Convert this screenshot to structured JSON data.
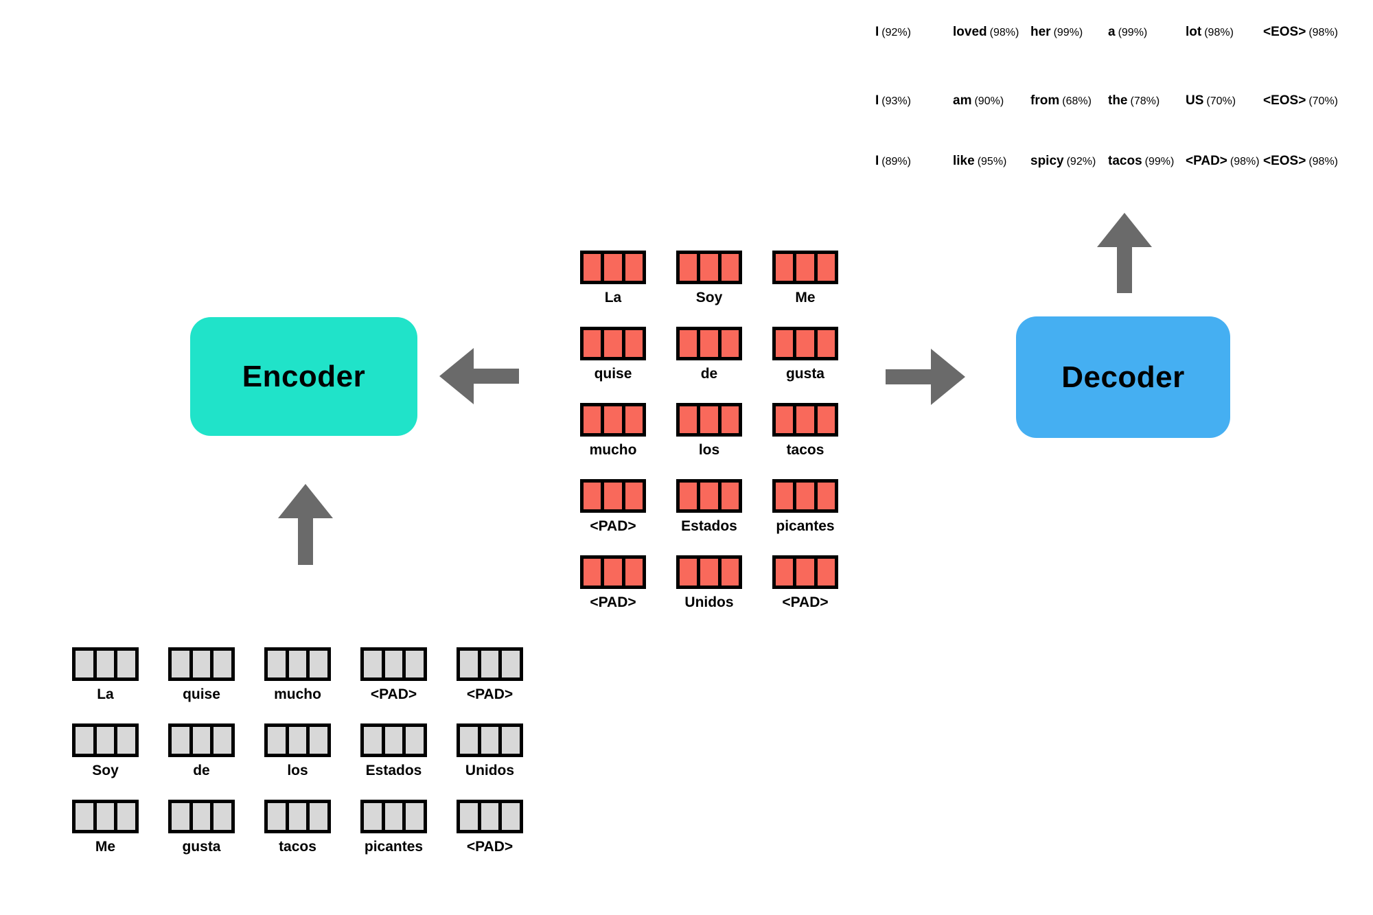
{
  "colors": {
    "encoder": "#20E3C9",
    "decoder": "#45AFF2",
    "source_token": "#F9695B",
    "target_token": "#D8D8D8",
    "arrow": "#6A6A6A"
  },
  "encoder": {
    "label": "Encoder"
  },
  "decoder": {
    "label": "Decoder"
  },
  "outputs": {
    "rows": [
      {
        "tokens": [
          {
            "word": "I",
            "prob": "(92%)"
          },
          {
            "word": "loved",
            "prob": "(98%)"
          },
          {
            "word": "her",
            "prob": "(99%)"
          },
          {
            "word": "a",
            "prob": "(99%)"
          },
          {
            "word": "lot",
            "prob": "(98%)"
          },
          {
            "word": "<EOS>",
            "prob": "(98%)"
          }
        ]
      },
      {
        "tokens": [
          {
            "word": "I",
            "prob": "(93%)"
          },
          {
            "word": "am",
            "prob": "(90%)"
          },
          {
            "word": "from",
            "prob": "(68%)"
          },
          {
            "word": "the",
            "prob": "(78%)"
          },
          {
            "word": "US",
            "prob": "(70%)"
          },
          {
            "word": "<EOS>",
            "prob": "(70%)"
          }
        ]
      },
      {
        "tokens": [
          {
            "word": "I",
            "prob": "(89%)"
          },
          {
            "word": "like",
            "prob": "(95%)"
          },
          {
            "word": "spicy",
            "prob": "(92%)"
          },
          {
            "word": "tacos",
            "prob": "(99%)"
          },
          {
            "word": "<PAD>",
            "prob": "(98%)"
          },
          {
            "word": "<EOS>",
            "prob": "(98%)"
          }
        ]
      }
    ]
  },
  "embedding_grid": {
    "rows": [
      [
        "La",
        "Soy",
        "Me"
      ],
      [
        "quise",
        "de",
        "gusta"
      ],
      [
        "mucho",
        "los",
        "tacos"
      ],
      [
        "<PAD>",
        "Estados",
        "picantes"
      ],
      [
        "<PAD>",
        "Unidos",
        "<PAD>"
      ]
    ]
  },
  "input_grid": {
    "rows": [
      [
        "La",
        "quise",
        "mucho",
        "<PAD>",
        "<PAD>"
      ],
      [
        "Soy",
        "de",
        "los",
        "Estados",
        "Unidos"
      ],
      [
        "Me",
        "gusta",
        "tacos",
        "picantes",
        "<PAD>"
      ]
    ]
  }
}
